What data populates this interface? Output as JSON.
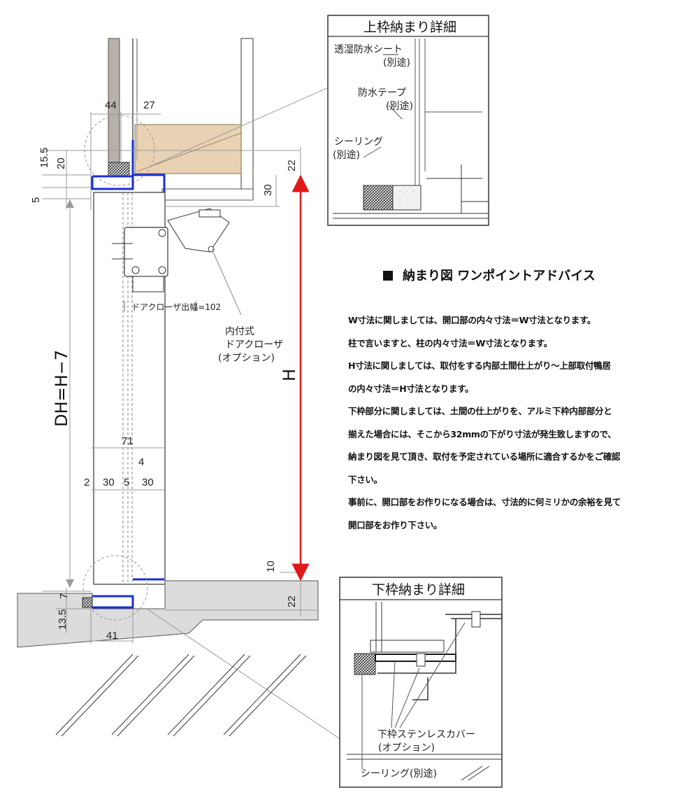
{
  "top_detail": {
    "title": "上枠納まり詳細",
    "labels": {
      "sheet": "透湿防水シート",
      "sheet_note": "(別途)",
      "tape": "防水テープ",
      "tape_note": "(別途)",
      "sealing": "シーリング",
      "sealing_note": "(別途)"
    }
  },
  "bottom_detail": {
    "title": "下枠納まり詳細",
    "labels": {
      "cover": "下枠ステンレスカバー",
      "cover_note": "(オプション)",
      "sealing": "シーリング(別途)"
    }
  },
  "closer": {
    "width_label": "ドアクローザ出幅=102",
    "name_line1": "内付式",
    "name_line2": "ドアクローザ",
    "name_line3": "(オプション)"
  },
  "dimensions": {
    "d44": "44",
    "d27": "27",
    "d15_5": "15.5",
    "d20": "20",
    "d22_top": "22",
    "d5": "5",
    "d30_right": "30",
    "dh": "DH=H−7",
    "h": "H",
    "d71": "71",
    "d4": "4",
    "d2": "2",
    "d30_a": "30",
    "d5_mid": "5",
    "d30_b": "30",
    "d10": "10",
    "d7": "7",
    "d22_bottom": "22",
    "d13_5": "13.5",
    "d41": "41"
  },
  "advice": {
    "title": "納まり図 ワンポイントアドバイス",
    "lines": [
      "W寸法に関しましては、開口部の内々寸法＝W寸法となります。",
      "柱で言いますと、柱の内々寸法＝W寸法となります。",
      "H寸法に関しましては、取付をする内部土間仕上がり～上部取付鴨居",
      "の内々寸法＝H寸法となります。",
      "下枠部分に関しましては、土間の仕上がりを、アルミ下枠内部部分と",
      "揃えた場合には、そこから32mmの下がり寸法が発生致しますので、",
      "納まり図を見て頂き、取付を予定されている場所に適合するかをご確認",
      "下さい。",
      "事前に、開口部をお作りになる場合は、寸法的に何ミリかの余裕を見て",
      "開口部をお作り下さい。"
    ]
  },
  "colors": {
    "frame_blue": "#1a2fd6",
    "arrow_red": "#e01818",
    "wood": "#e9d2b4",
    "concrete": "#dcdcdc",
    "dim_line": "#999999"
  }
}
